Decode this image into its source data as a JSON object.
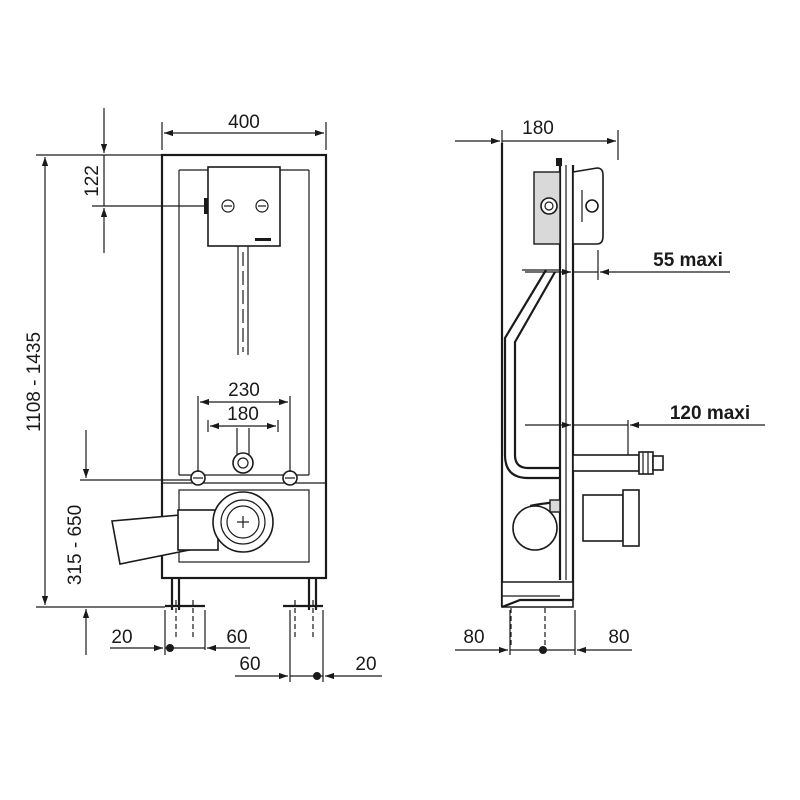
{
  "front_view": {
    "width": "400",
    "top_offset": "122",
    "height_range": "1108 - 1435",
    "outlet_height_range": "315 - 650",
    "bolt_spacing_outer": "230",
    "bolt_spacing_inner": "180",
    "foot_left_a": "20",
    "foot_left_b": "60",
    "foot_right_a": "60",
    "foot_right_b": "20"
  },
  "side_view": {
    "depth": "180",
    "cistern_protrusion": "55 maxi",
    "outlet_protrusion": "120 maxi",
    "foot_left": "80",
    "foot_right": "80"
  },
  "colors": {
    "line": "#1a1a1a",
    "fill_gray": "#d9d9d9",
    "background": "#ffffff"
  }
}
